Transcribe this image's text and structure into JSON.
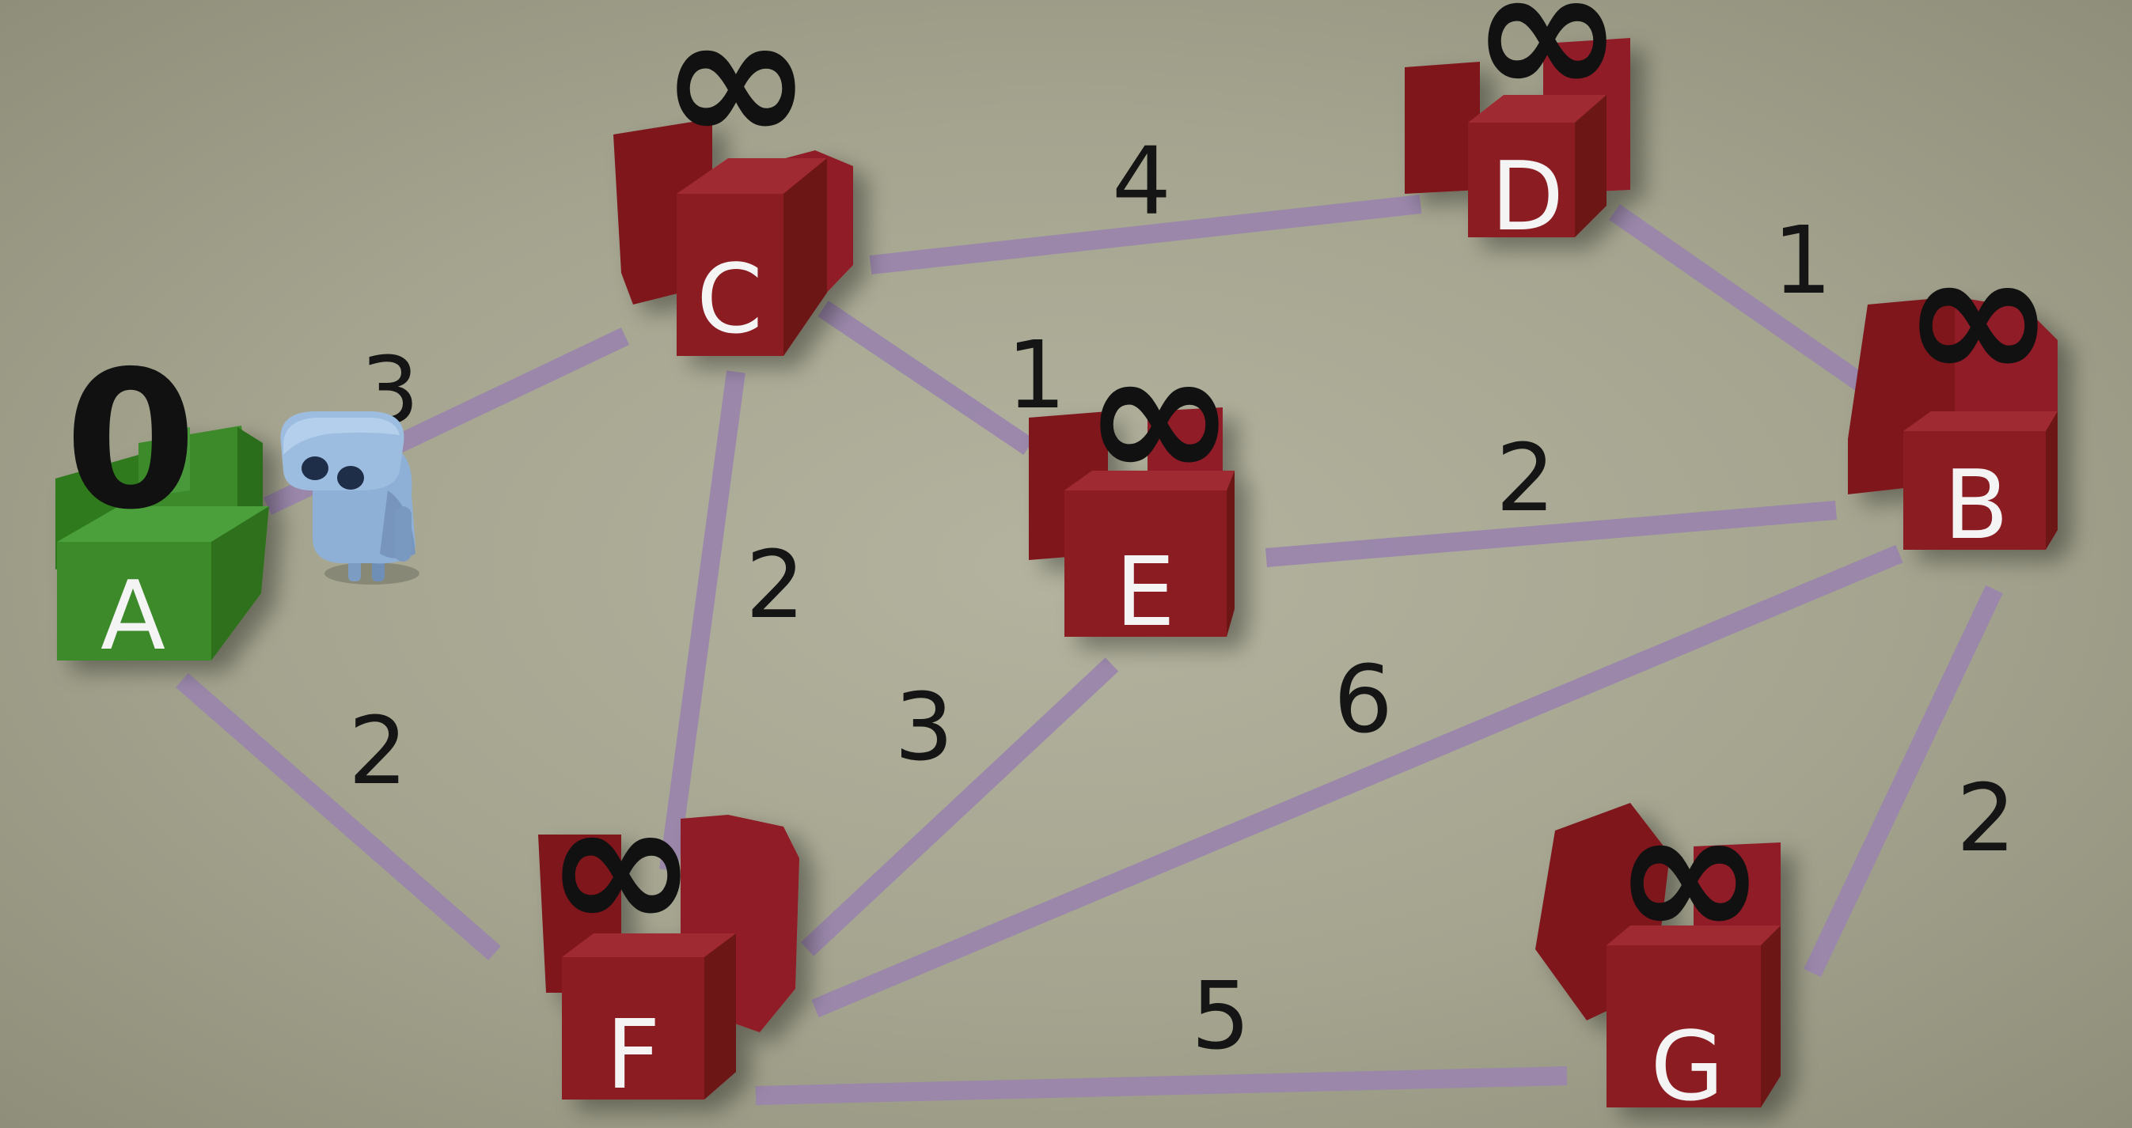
{
  "graph": {
    "nodes": [
      {
        "id": "A",
        "label": "A",
        "distance": "0",
        "state": "visited",
        "color": "#3d8a2a"
      },
      {
        "id": "B",
        "label": "B",
        "distance": "∞",
        "state": "unvisited",
        "color": "#8a1c22"
      },
      {
        "id": "C",
        "label": "C",
        "distance": "∞",
        "state": "unvisited",
        "color": "#8a1c22"
      },
      {
        "id": "D",
        "label": "D",
        "distance": "∞",
        "state": "unvisited",
        "color": "#8a1c22"
      },
      {
        "id": "E",
        "label": "E",
        "distance": "∞",
        "state": "unvisited",
        "color": "#8a1c22"
      },
      {
        "id": "F",
        "label": "F",
        "distance": "∞",
        "state": "unvisited",
        "color": "#8a1c22"
      },
      {
        "id": "G",
        "label": "G",
        "distance": "∞",
        "state": "unvisited",
        "color": "#8a1c22"
      }
    ],
    "edges": [
      {
        "from": "A",
        "to": "C",
        "weight": "3"
      },
      {
        "from": "A",
        "to": "F",
        "weight": "2"
      },
      {
        "from": "C",
        "to": "D",
        "weight": "4"
      },
      {
        "from": "C",
        "to": "E",
        "weight": "1"
      },
      {
        "from": "C",
        "to": "F",
        "weight": "2"
      },
      {
        "from": "D",
        "to": "B",
        "weight": "1"
      },
      {
        "from": "E",
        "to": "B",
        "weight": "2"
      },
      {
        "from": "E",
        "to": "F",
        "weight": "3"
      },
      {
        "from": "F",
        "to": "B",
        "weight": "6"
      },
      {
        "from": "F",
        "to": "G",
        "weight": "5"
      },
      {
        "from": "B",
        "to": "G",
        "weight": "2"
      }
    ],
    "edge_color": "#9a86ac",
    "agent": {
      "icon": "robot-icon",
      "color": "#8fb0d6",
      "at_node": "A"
    }
  }
}
